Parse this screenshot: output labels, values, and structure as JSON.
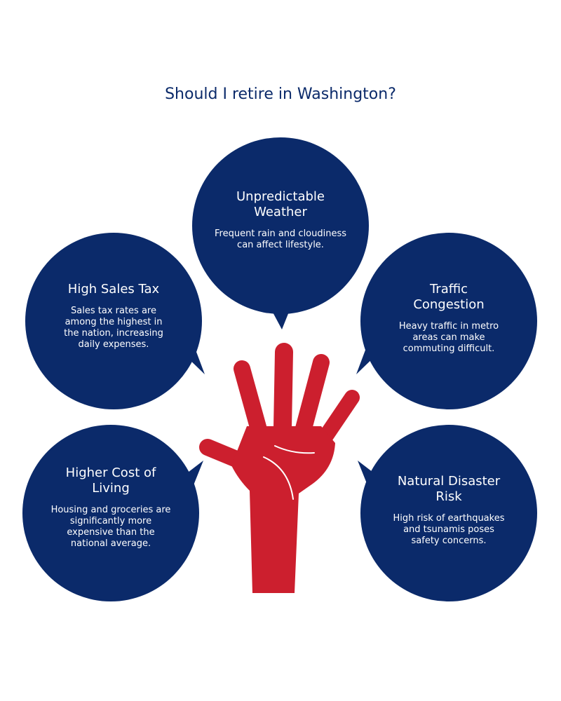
{
  "title": "Should I retire in Washington?",
  "colors": {
    "bubble": "#0b2a6a",
    "hand": "#cc1f2e",
    "text_on_bubble": "#ffffff",
    "title": "#0b2a6a"
  },
  "bubbles": [
    {
      "id": "weather",
      "heading": "Unpredictable Weather",
      "body": "Frequent rain and cloudiness can affect lifestyle."
    },
    {
      "id": "sales-tax",
      "heading": "High Sales Tax",
      "body": "Sales tax rates are among the highest in the nation, increasing daily expenses."
    },
    {
      "id": "traffic",
      "heading": "Traffic Congestion",
      "body": "Heavy traffic in metro areas can make commuting difficult."
    },
    {
      "id": "cost-of-living",
      "heading": "Higher Cost of Living",
      "body": "Housing and groceries are significantly more expensive than the national average."
    },
    {
      "id": "disaster",
      "heading": "Natural Disaster Risk",
      "body": "High risk of earthquakes and tsunamis poses safety concerns."
    }
  ],
  "center_icon": "raised-hand-icon"
}
